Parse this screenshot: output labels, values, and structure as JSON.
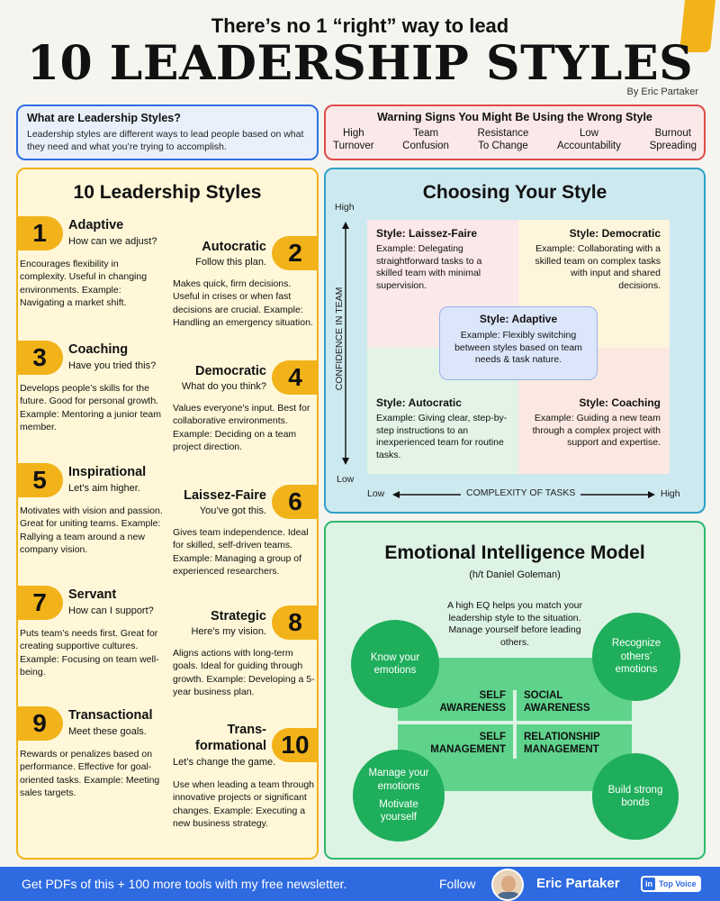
{
  "header": {
    "subtitle": "There’s no 1 “right” way to lead",
    "title": "10 LEADERSHIP STYLES",
    "byline": "By Eric Partaker"
  },
  "what": {
    "title": "What are Leadership Styles?",
    "text": "Leadership styles are different ways to lead people based on what they need and what you’re trying to accomplish."
  },
  "warning": {
    "title": "Warning Signs You Might Be Using the Wrong Style",
    "signs": [
      {
        "l1": "High",
        "l2": "Turnover"
      },
      {
        "l1": "Team",
        "l2": "Confusion"
      },
      {
        "l1": "Resistance",
        "l2": "To Change"
      },
      {
        "l1": "Low",
        "l2": "Accountability"
      },
      {
        "l1": "Burnout",
        "l2": "Spreading"
      }
    ]
  },
  "styles": {
    "title": "10 Leadership Styles",
    "items": [
      {
        "num": "1",
        "name": "Adaptive",
        "tag": "How can we adjust?",
        "desc": "Encourages flexibility in complexity. Useful in changing environments. Example: Navigating a market shift."
      },
      {
        "num": "2",
        "name": "Autocratic",
        "tag": "Follow this plan.",
        "desc": "Makes quick, firm decisions. Useful in crises or when fast decisions are crucial. Example: Handling an emergency situation."
      },
      {
        "num": "3",
        "name": "Coaching",
        "tag": "Have you tried this?",
        "desc": "Develops people’s skills for the future. Good for personal growth. Example: Mentoring a junior team member."
      },
      {
        "num": "4",
        "name": "Democratic",
        "tag": "What do you think?",
        "desc": "Values everyone's input. Best for collaborative environments. Example: Deciding on a team project direction."
      },
      {
        "num": "5",
        "name": "Inspirational",
        "tag": "Let’s aim higher.",
        "desc": "Motivates with vision and passion. Great for uniting teams. Example: Rallying a team around a new company vision."
      },
      {
        "num": "6",
        "name": "Laissez-Faire",
        "tag": "You’ve got this.",
        "desc": "Gives team independence. Ideal for skilled, self-driven teams. Example: Managing a group of experienced researchers."
      },
      {
        "num": "7",
        "name": "Servant",
        "tag": "How can I support?",
        "desc": "Puts team’s needs first. Great for creating supportive cultures. Example: Focusing on team well-being."
      },
      {
        "num": "8",
        "name": "Strategic",
        "tag": "Here’s my vision.",
        "desc": "Aligns actions with long-term goals. Ideal for guiding through growth. Example: Developing a 5-year business plan."
      },
      {
        "num": "9",
        "name": "Transactional",
        "tag": "Meet these goals.",
        "desc": "Rewards or penalizes based on performance. Effective for goal-oriented tasks. Example: Meeting sales targets."
      },
      {
        "num": "10",
        "name": "Trans-",
        "name2": "formational",
        "tag": "Let’s change the game.",
        "desc": "Use when leading a team through innovative projects or significant changes. Example: Executing a new business strategy."
      }
    ]
  },
  "choose": {
    "title": "Choosing Your Style",
    "y_high": "High",
    "y_low": "Low",
    "y_label": "CONFIDENCE IN TEAM",
    "x_low": "Low",
    "x_high": "High",
    "x_label": "COMPLEXITY OF TASKS",
    "quadrants": {
      "tl": {
        "title": "Style: Laissez-Faire",
        "text": "Example: Delegating straightforward tasks to a skilled team with minimal supervision.",
        "color": "#fbe8e8"
      },
      "tr": {
        "title": "Style: Democratic",
        "text": "Example: Collaborating with a skilled team on complex tasks with input and shared decisions.",
        "color": "#fdf5dc"
      },
      "bl": {
        "title": "Style: Autocratic",
        "text": "Example: Giving clear, step-by-step instructions to an inexperienced team for routine tasks.",
        "color": "#e3f4e6"
      },
      "br": {
        "title": "Style: Coaching",
        "text": "Example: Guiding a new team through a complex project with support and expertise.",
        "color": "#fbe8e0"
      }
    },
    "center": {
      "title": "Style: Adaptive",
      "text": "Example: Flexibly switching between styles based on team needs & task nature."
    }
  },
  "eq": {
    "title": "Emotional Intelligence Model",
    "credit": "(h/t Daniel Goleman)",
    "note": "A high EQ helps you match your leadership style to the situation. Manage yourself before leading others.",
    "circle_tl": {
      "l1": "Know your",
      "l2": "emotions"
    },
    "circle_tr": {
      "l1": "Recognize",
      "l2": "others’",
      "l3": "emotions"
    },
    "circle_bl": {
      "l1": "Manage your",
      "l2": "emotions",
      "l3": "Motivate",
      "l4": "yourself"
    },
    "circle_br": {
      "l1": "Build strong",
      "l2": "bonds"
    },
    "cells": {
      "tl": {
        "l1": "SELF",
        "l2": "AWARENESS"
      },
      "tr": {
        "l1": "SOCIAL",
        "l2": "AWARENESS"
      },
      "bl": {
        "l1": "SELF",
        "l2": "MANAGEMENT"
      },
      "br": {
        "l1": "RELATIONSHIP",
        "l2": "MANAGEMENT"
      }
    }
  },
  "footer": {
    "cta": "Get PDFs of this + 100 more tools with my free newsletter.",
    "follow": "Follow",
    "name": "Eric Partaker",
    "badge_icon": "in",
    "badge": "Top Voice"
  }
}
